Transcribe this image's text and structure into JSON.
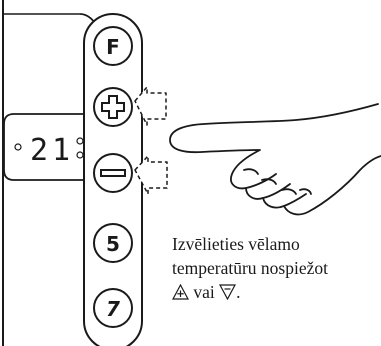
{
  "display": {
    "value": "21"
  },
  "buttons": [
    {
      "id": "f",
      "label": "F"
    },
    {
      "id": "plus",
      "label": "+"
    },
    {
      "id": "minus",
      "label": "−"
    },
    {
      "id": "b5",
      "label": "5"
    },
    {
      "id": "b7",
      "label": "7"
    }
  ],
  "instruction": {
    "line1": "Izvēlieties vēlamo",
    "line2": "temperatūru nospiežot",
    "line3_after_up": "vai",
    "line3_end": "."
  }
}
